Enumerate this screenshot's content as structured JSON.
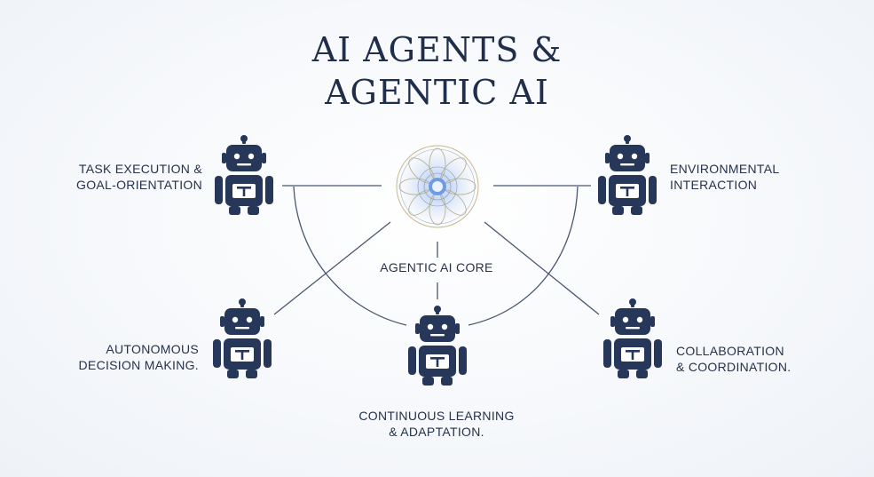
{
  "title": {
    "line1": "AI AGENTS &",
    "line2": "AGENTIC AI"
  },
  "core": {
    "label": "AGENTIC AI CORE",
    "icon": "mandala-core-icon"
  },
  "nodes": {
    "task": {
      "line1": "TASK EXECUTION &",
      "line2": "GOAL-ORIENTATION",
      "icon": "robot-icon"
    },
    "env": {
      "line1": "ENVIRONMENTAL",
      "line2": "INTERACTION",
      "icon": "robot-icon"
    },
    "auto": {
      "line1": "AUTONOMOUS",
      "line2": "DECISION MAKING.",
      "icon": "robot-icon"
    },
    "collab": {
      "line1": "COLLABORATION",
      "line2": "& COORDINATION.",
      "icon": "robot-icon"
    },
    "learn": {
      "line1": "CONTINUOUS LEARNING",
      "line2": "& ADAPTATION.",
      "icon": "robot-icon"
    }
  },
  "colors": {
    "primary": "#26375a",
    "line": "#4a5670",
    "core_glow": "#7fa6e8",
    "core_gold": "#c9b98a"
  }
}
